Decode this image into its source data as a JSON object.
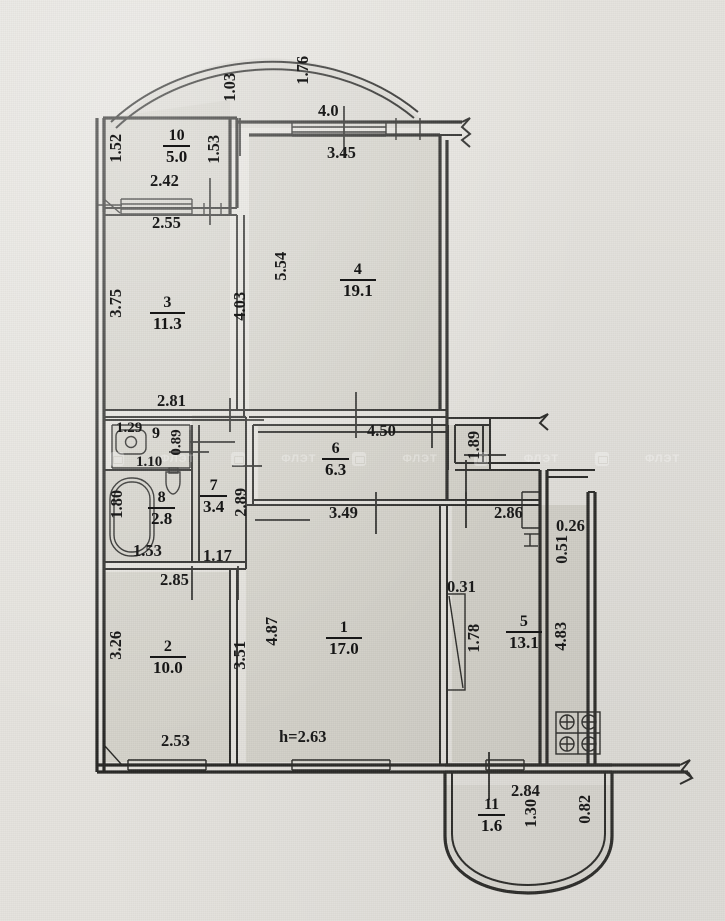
{
  "document": {
    "type": "apartment-floor-plan",
    "ceiling_height_label": "h=2.63",
    "units": "meters"
  },
  "colors": {
    "paper": "#e3e1dc",
    "interior_fill": "#d2d0c8",
    "ink": "#1b1b1b"
  },
  "rooms": [
    {
      "number": "1",
      "area": "17.0"
    },
    {
      "number": "2",
      "area": "10.0"
    },
    {
      "number": "3",
      "area": "11.3"
    },
    {
      "number": "4",
      "area": "19.1"
    },
    {
      "number": "5",
      "area": "13.1"
    },
    {
      "number": "6",
      "area": "6.3"
    },
    {
      "number": "7",
      "area": "3.4"
    },
    {
      "number": "8",
      "area": "2.8"
    },
    {
      "number": "9",
      "area": ""
    },
    {
      "number": "10",
      "area": "5.0"
    },
    {
      "number": "11",
      "area": "1.6"
    }
  ],
  "dimensions": {
    "balcony_top_width": "4.0",
    "balcony_top_depth": "1.76",
    "hall10_diagonal": "1.03",
    "hall10_left": "1.52",
    "hall10_right": "1.53",
    "hall10_bottom_inner": "2.42",
    "hall10_bottom_outer": "2.55",
    "room4_top": "3.45",
    "room4_left": "5.54",
    "room4_bottom": "4.50",
    "room3_left": "3.75",
    "room3_right": "4.03",
    "room3_bottom": "2.81",
    "wc9_top": "1.29",
    "wc9_right": "0.89",
    "wc9_bottom": "1.10",
    "bath8_left": "1.80",
    "bath8_bottom": "1.53",
    "corridor7_right": "2.89",
    "corridor7_bottom": "1.17",
    "corridor_bottom_left": "2.85",
    "room6_bottom": "3.49",
    "room6_right_stub": "1.89",
    "hall_right_bottom": "2.86",
    "niche_width": "0.26",
    "niche_height": "0.51",
    "room2_left": "3.26",
    "room2_right": "3.51",
    "room2_bottom": "2.53",
    "room1_left": "4.87",
    "kitchen5_right": "4.83",
    "kitchen5_door_width": "0.31",
    "kitchen5_door_height": "1.78",
    "balcony11_width": "2.84",
    "balcony11_depth": "1.30",
    "balcony11_right": "0.82"
  },
  "fixtures": [
    {
      "name": "bathtub",
      "room": "8"
    },
    {
      "name": "toilet",
      "room": "8"
    },
    {
      "name": "washbasin",
      "room": "9"
    },
    {
      "name": "cooking-stove",
      "room": "5"
    }
  ],
  "watermark": {
    "text": "ФЛЭТ"
  }
}
